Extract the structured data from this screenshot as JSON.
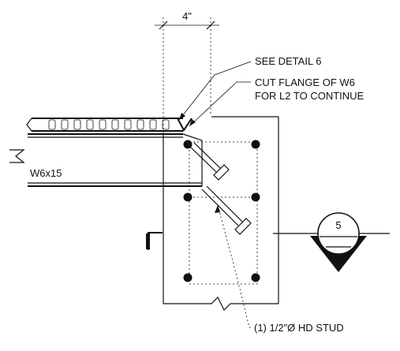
{
  "dimension": {
    "label": "4\""
  },
  "callouts": {
    "see_detail": "SEE DETAIL 6",
    "cut_flange_line1": "CUT FLANGE OF W6",
    "cut_flange_line2": "FOR L2 TO CONTINUE",
    "stud": "(1) 1/2\"Ø HD STUD"
  },
  "beam": {
    "label": "W6x15"
  },
  "section_marker": {
    "number": "5"
  }
}
